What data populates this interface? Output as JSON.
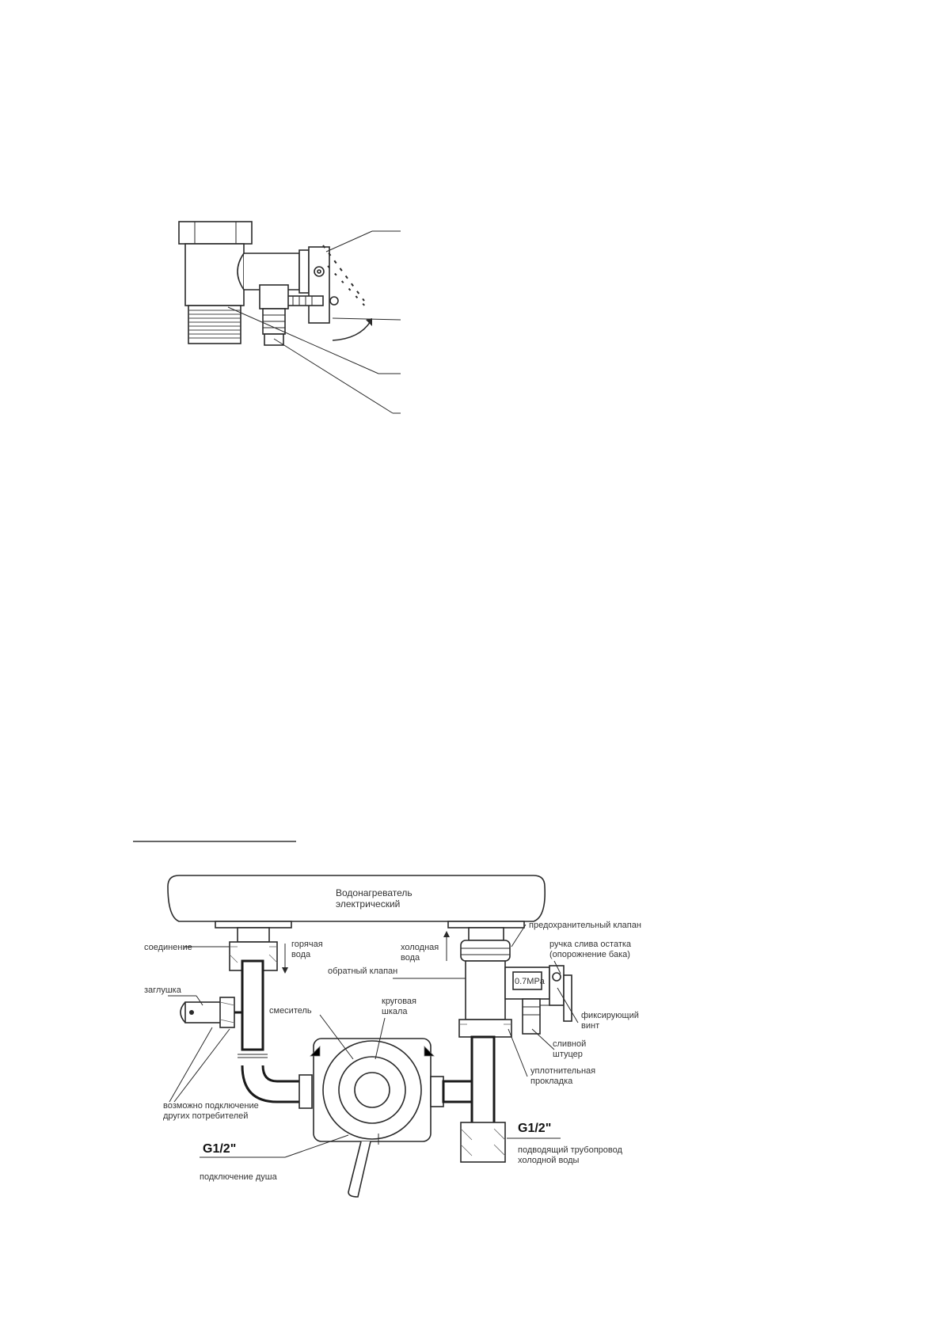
{
  "figure2": {
    "heater": [
      "Водонагреватель",
      "электрический"
    ],
    "connection": "соединение",
    "hot_water": [
      "горячая",
      "вода"
    ],
    "cold_water": [
      "холодная",
      "вода"
    ],
    "safety_valve": "предохранительный клапан",
    "drain_handle": [
      "ручка слива остатка",
      "(опорожнение бака)"
    ],
    "check_valve": "обратный клапан",
    "plug": "заглушка",
    "mixer": "смеситель",
    "dial": [
      "круговая",
      "шкала"
    ],
    "pressure": "0.7MPa",
    "fixing_screw": [
      "фиксирующий",
      "винт"
    ],
    "drain_fitting": [
      "сливной",
      "штуцер"
    ],
    "gasket": [
      "уплотнительная",
      "прокладка"
    ],
    "other_consumers": [
      "возможно подключение",
      "других потребителей"
    ],
    "thread_left": "G1/2\"",
    "thread_right": "G1/2\"",
    "shower": "подключение душа",
    "supply_pipe": [
      "подводящий трубопровод",
      "холодной воды"
    ]
  }
}
